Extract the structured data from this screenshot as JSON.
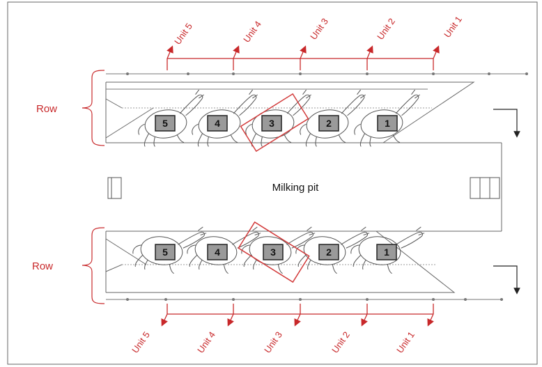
{
  "pit_label": "Milking pit",
  "row_label": "Row",
  "units_top": [
    "Unit 5",
    "Unit 4",
    "Unit 3",
    "Unit 2",
    "Unit 1"
  ],
  "units_bottom": [
    "Unit 5",
    "Unit 4",
    "Unit 3",
    "Unit 2",
    "Unit 1"
  ],
  "stalls": [
    "5",
    "4",
    "3",
    "2",
    "1"
  ],
  "colors": {
    "accent": "#c8282a",
    "line": "#444444",
    "box": "#9a9a9a"
  }
}
